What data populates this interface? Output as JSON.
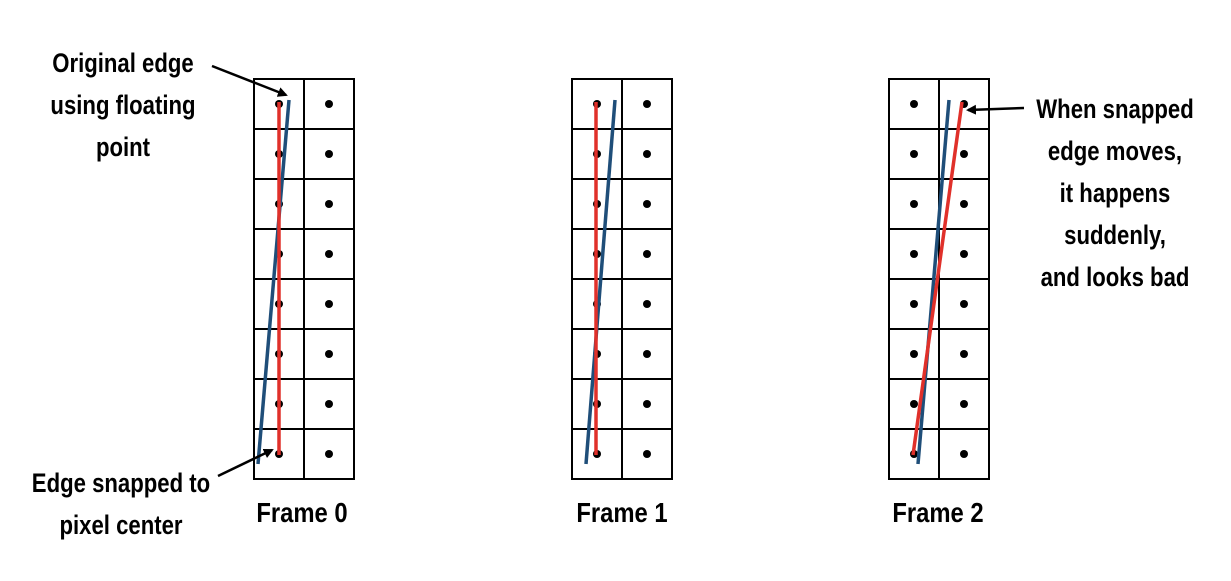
{
  "annotations": {
    "original_edge": [
      "Original edge",
      "using floating",
      "point"
    ],
    "snapped_edge": [
      "Edge snapped to",
      "pixel center"
    ],
    "moves_suddenly": [
      "When snapped",
      "edge moves,",
      "it happens",
      "suddenly,",
      "and looks bad"
    ]
  },
  "frames": [
    {
      "title": "Frame 0"
    },
    {
      "title": "Frame 1"
    },
    {
      "title": "Frame 2"
    }
  ],
  "colors": {
    "original_edge": "#1f4e79",
    "snapped_edge": "#e0302a",
    "grid": "#000000",
    "pixel_center": "#000000"
  }
}
